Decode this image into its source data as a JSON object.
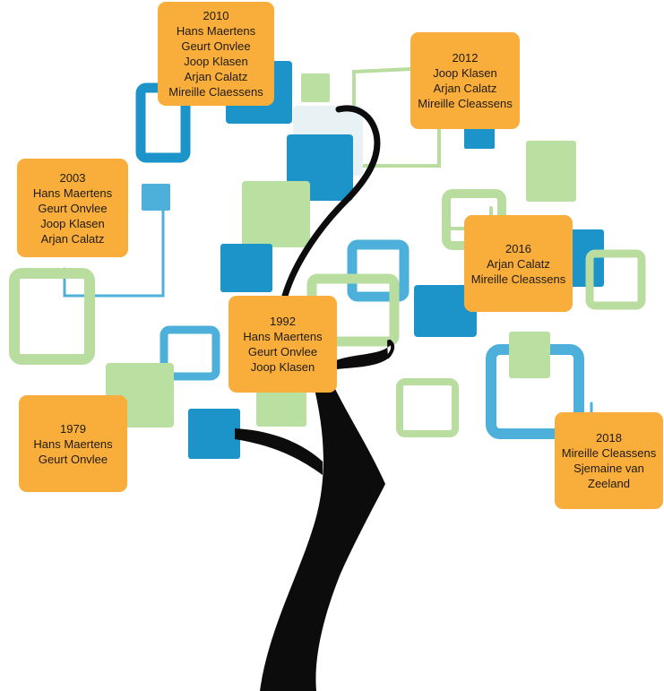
{
  "colors": {
    "card": "#f9ae3b",
    "blue_dark": "#1c94c9",
    "blue_light": "#4db0da",
    "green": "#b9e0a0",
    "green_outline": "#b8dd9f",
    "trunk": "#0c0c0c",
    "connector": "#4db0da",
    "connector_green": "#b8dd9f"
  },
  "milestones": [
    {
      "year": "1979",
      "names": [
        "Hans Maertens",
        "Geurt Onvlee"
      ]
    },
    {
      "year": "1992",
      "names": [
        "Hans Maertens",
        "Geurt Onvlee",
        "Joop Klasen"
      ]
    },
    {
      "year": "2003",
      "names": [
        "Hans Maertens",
        "Geurt Onvlee",
        "Joop Klasen",
        "Arjan Calatz"
      ]
    },
    {
      "year": "2010",
      "names": [
        "Hans Maertens",
        "Geurt Onvlee",
        "Joop Klasen",
        "Arjan Calatz",
        "Mireille Claessens"
      ]
    },
    {
      "year": "2012",
      "names": [
        "Joop Klasen",
        "Arjan Calatz",
        "Mireille Cleassens"
      ]
    },
    {
      "year": "2016",
      "names": [
        "Arjan Calatz",
        "Mireille Cleassens"
      ]
    },
    {
      "year": "2018",
      "names": [
        "Mireille Cleassens",
        "Sjemaine van",
        "Zeeland"
      ]
    }
  ]
}
